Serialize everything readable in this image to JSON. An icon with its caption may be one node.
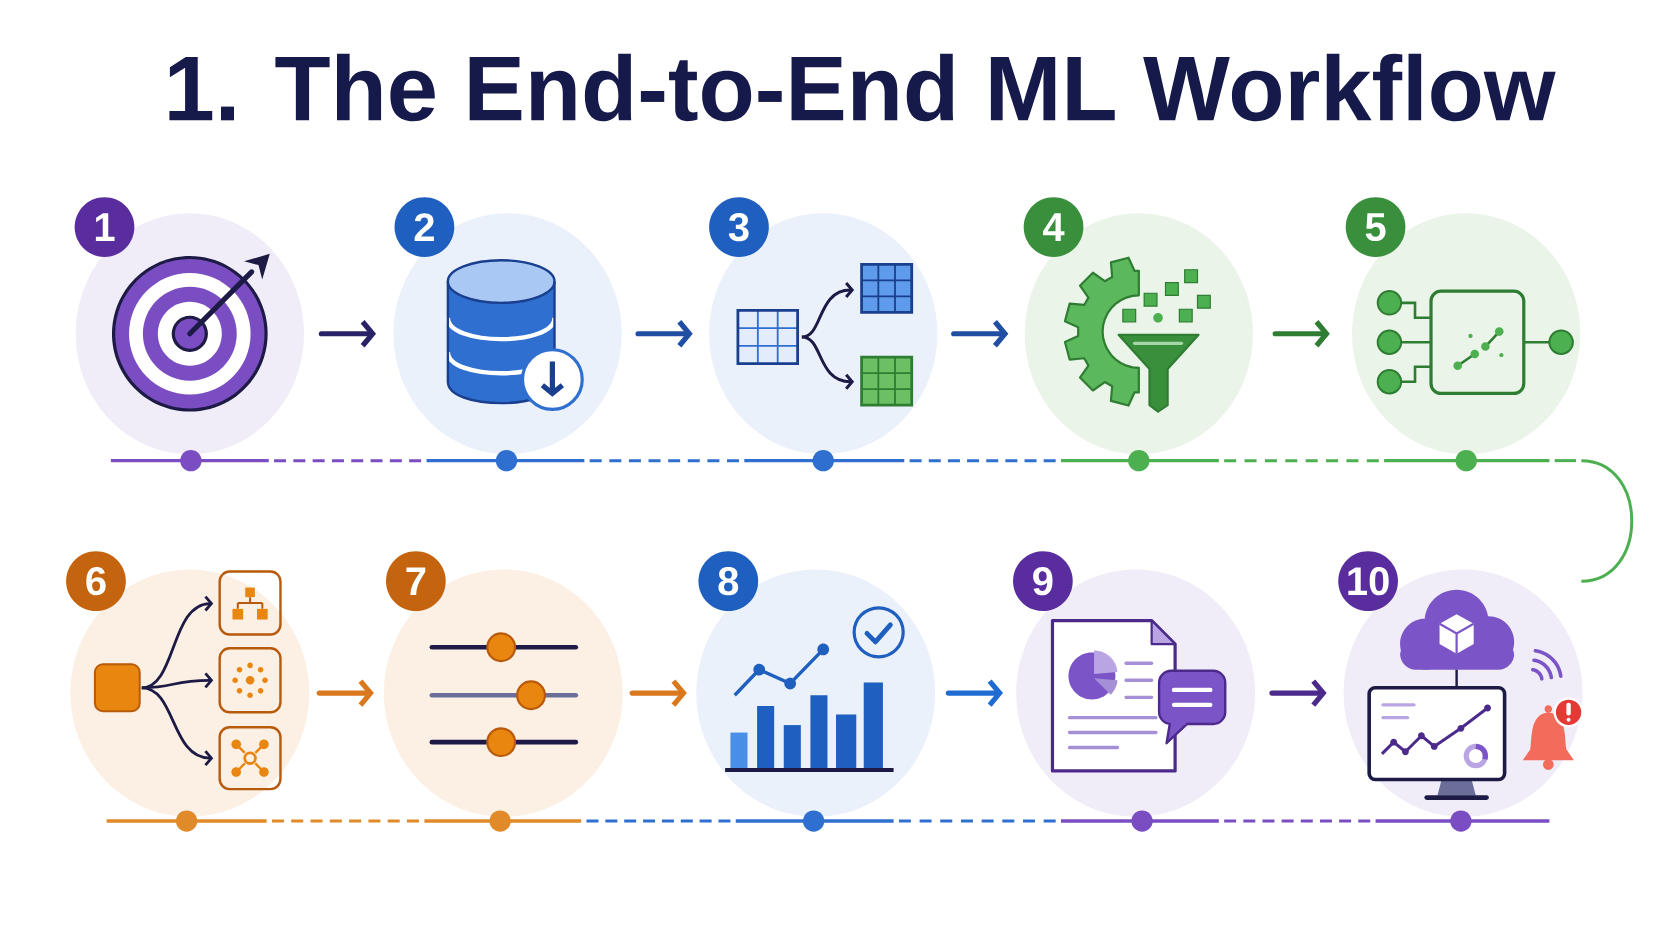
{
  "diagram": {
    "title": "1. The End-to-End ML Workflow",
    "nodes": [
      {
        "text": [
          "1"
        ]
      },
      {
        "text": [
          "2"
        ]
      },
      {
        "text": [
          "3"
        ]
      },
      {
        "text": [
          "4"
        ]
      },
      {
        "text": [
          "5"
        ]
      },
      {
        "text": [
          "6"
        ]
      },
      {
        "text": [
          "7"
        ]
      },
      {
        "text": [
          "8"
        ]
      },
      {
        "text": [
          "9"
        ]
      },
      {
        "text": [
          "10"
        ]
      }
    ],
    "edges": [
      {
        "from": 0,
        "to": 1,
        "arrow": "to",
        "color": "#2a2266"
      },
      {
        "from": 1,
        "to": 2,
        "arrow": "to",
        "color": "#1f4ea3"
      },
      {
        "from": 2,
        "to": 3,
        "arrow": "to",
        "color": "#1f4ea3"
      },
      {
        "from": 3,
        "to": 4,
        "arrow": "to",
        "color": "#2e7d32"
      },
      {
        "from": 5,
        "to": 6,
        "arrow": "to",
        "color": "#d9781c"
      },
      {
        "from": 6,
        "to": 7,
        "arrow": "to",
        "color": "#d9781c"
      },
      {
        "from": 7,
        "to": 8,
        "arrow": "to",
        "color": "#1f6bd1"
      },
      {
        "from": 8,
        "to": 9,
        "arrow": "to",
        "color": "#4b2a8c"
      }
    ]
  }
}
